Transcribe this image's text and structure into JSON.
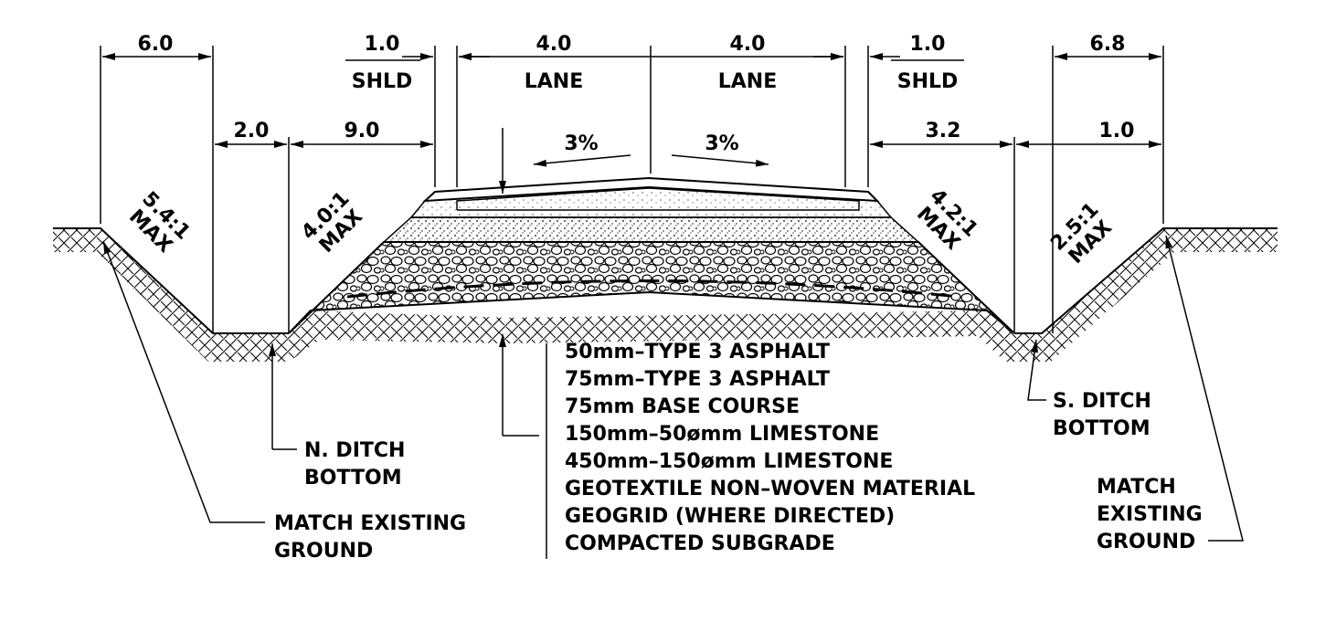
{
  "dimensions": {
    "north_backslope_width": "6.0",
    "north_ditch_bottom_width": "2.0",
    "north_foreslope_width": "9.0",
    "north_shoulder_width": "1.0",
    "north_shoulder_label": "SHLD",
    "north_lane_width": "4.0",
    "north_lane_label": "LANE",
    "south_lane_width": "4.0",
    "south_lane_label": "LANE",
    "south_shoulder_width": "1.0",
    "south_shoulder_label": "SHLD",
    "south_foreslope_width": "3.2",
    "south_ditch_bottom_width": "1.0",
    "south_backslope_width": "6.8"
  },
  "crossfall": {
    "left": "3%",
    "right": "3%"
  },
  "slopes": {
    "north_backslope": [
      "5.4:1",
      "MAX"
    ],
    "north_foreslope": [
      "4.0:1",
      "MAX"
    ],
    "south_foreslope": [
      "4.2:1",
      "MAX"
    ],
    "south_backslope": [
      "2.5:1",
      "MAX"
    ]
  },
  "callouts": {
    "north_ditch": [
      "N. DITCH",
      "BOTTOM"
    ],
    "north_match": [
      "MATCH EXISTING",
      "GROUND"
    ],
    "south_ditch": [
      "S. DITCH",
      "BOTTOM"
    ],
    "south_match": [
      "MATCH",
      "EXISTING",
      "GROUND"
    ]
  },
  "structure_layers": [
    "50mm–TYPE 3 ASPHALT",
    "75mm–TYPE 3 ASPHALT",
    "75mm BASE COURSE",
    "150mm–50ømm LIMESTONE",
    "450mm–150ømm LIMESTONE",
    "GEOTEXTILE NON–WOVEN MATERIAL",
    "GEOGRID (WHERE DIRECTED)",
    "COMPACTED SUBGRADE"
  ]
}
